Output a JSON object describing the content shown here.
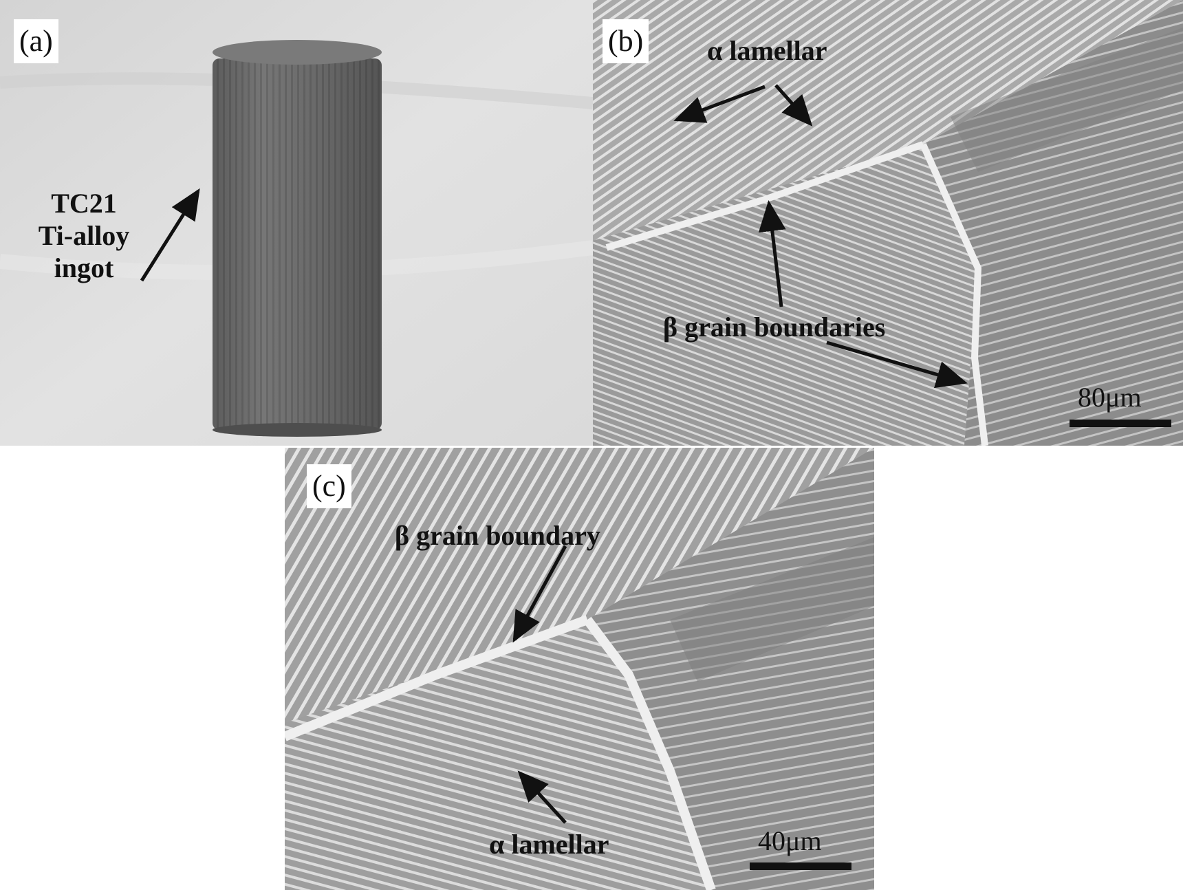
{
  "panel_a": {
    "tag": "(a)",
    "label_lines": [
      "TC21",
      "Ti-alloy",
      "ingot"
    ]
  },
  "panel_b": {
    "tag": "(b)",
    "alpha_label": "α lamellar",
    "beta_label": "β grain boundaries",
    "scale_text": "80μm"
  },
  "panel_c": {
    "tag": "(c)",
    "beta_label": "β grain boundary",
    "alpha_label": "α lamellar",
    "scale_text": "40μm"
  },
  "colors": {
    "photo_background": "#dcdcdc",
    "ingot": "#6e6e6e",
    "micrograph_light": "#e6e6e6",
    "micrograph_dark": "#7a7a7a",
    "annotation": "#111111"
  }
}
